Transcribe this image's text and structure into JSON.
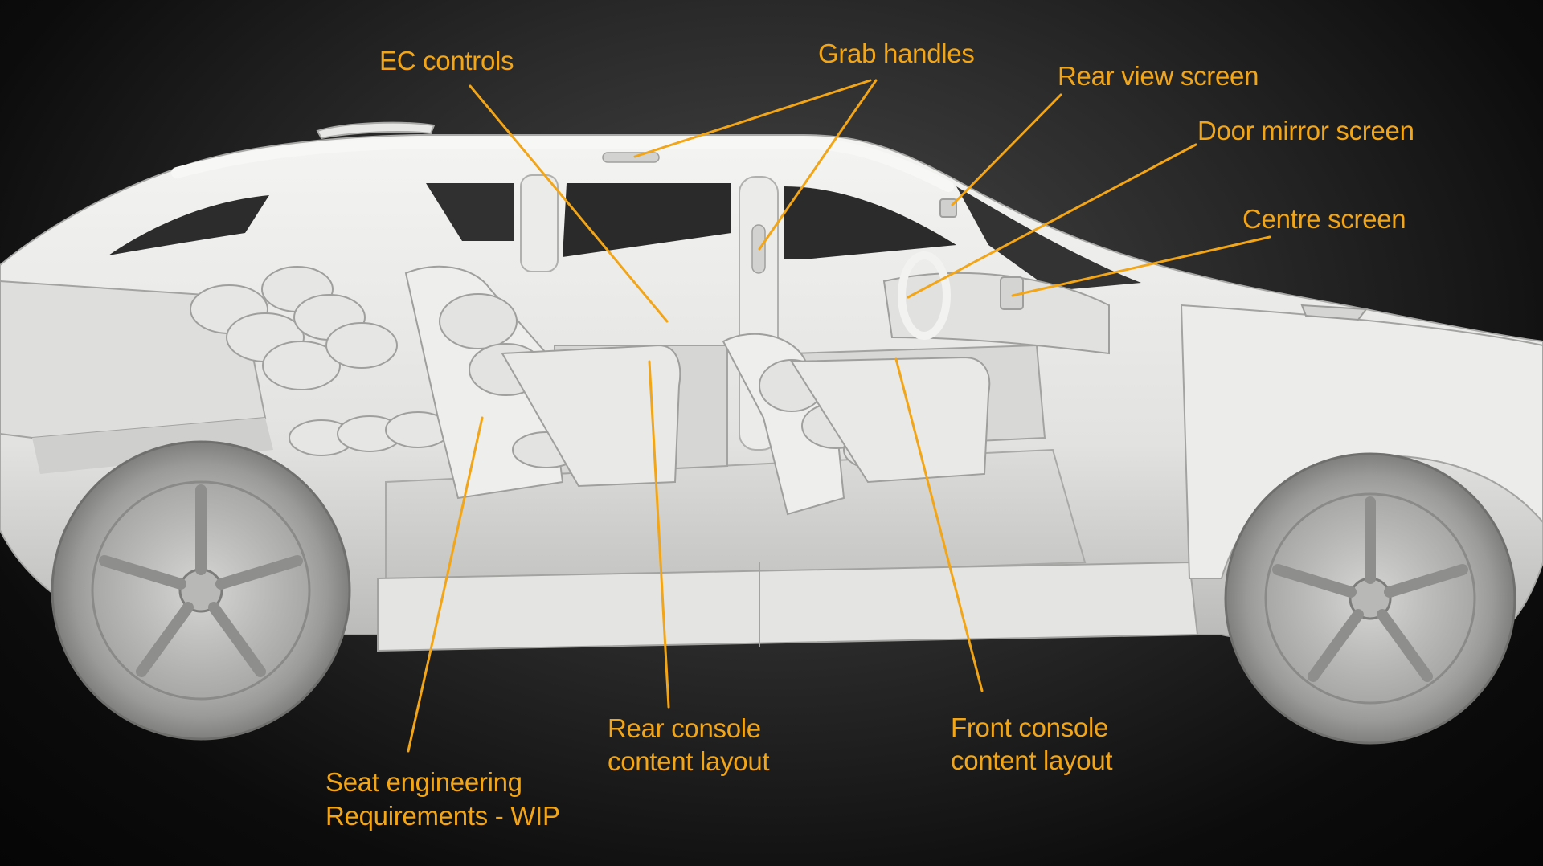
{
  "theme": {
    "accent": "#f2a516",
    "body": "#e9e9e7",
    "shade": "#bdbdbb",
    "deep": "#8f8f8d",
    "tire": "#9c9c9a"
  },
  "callouts": {
    "ec_controls": "EC controls",
    "grab_handles": "Grab handles",
    "rear_view_screen": "Rear view screen",
    "door_mirror_screen": "Door mirror screen",
    "centre_screen": "Centre screen",
    "seat_engineering": [
      "Seat engineering",
      "Requirements - WIP"
    ],
    "rear_console": [
      "Rear console",
      "content layout"
    ],
    "front_console": [
      "Front console",
      "content layout"
    ]
  }
}
